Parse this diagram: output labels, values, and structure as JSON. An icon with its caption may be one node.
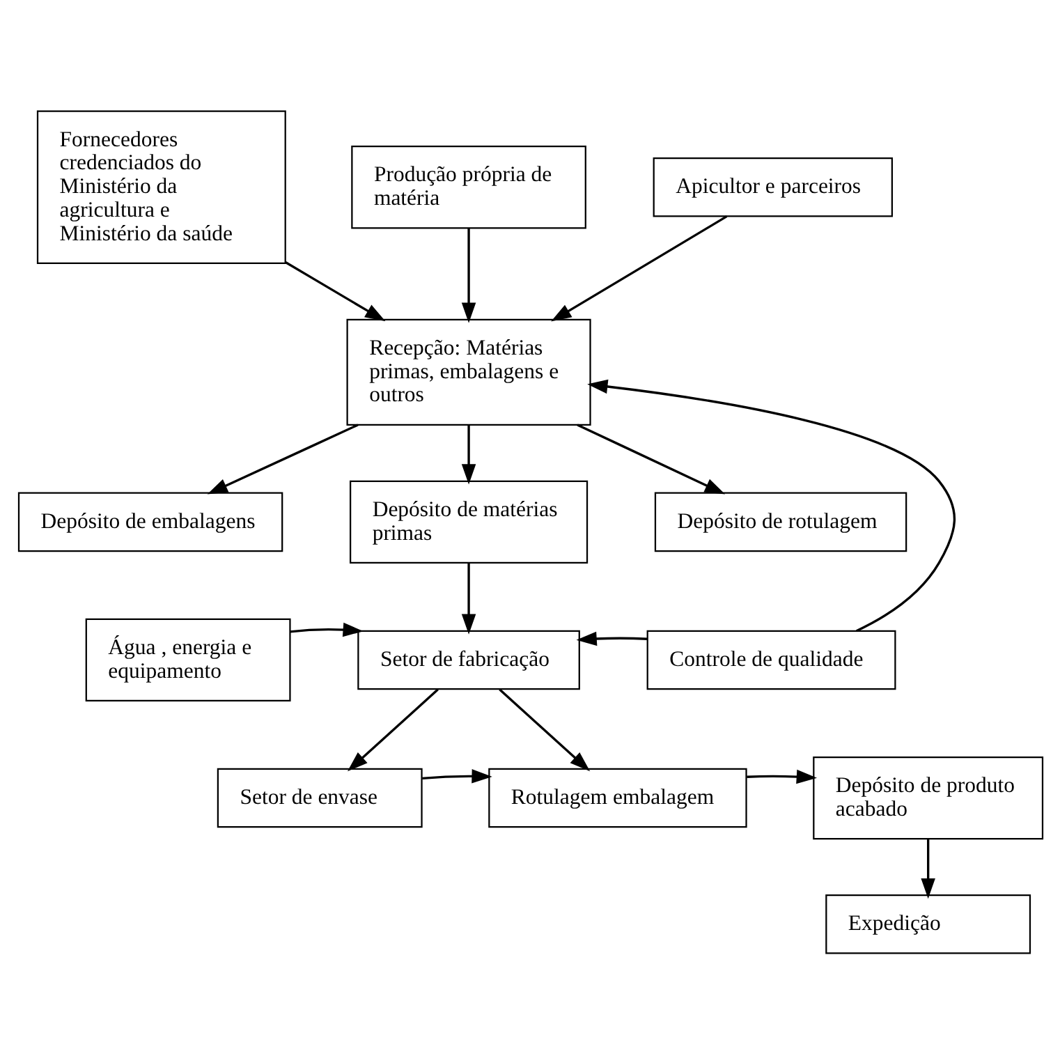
{
  "diagram": {
    "nodes": [
      {
        "text": [
          "Fornecedores credenciados do Ministério da agricultura e Ministério da saúde"
        ]
      },
      {
        "text": [
          "Produção própria de matéria"
        ]
      },
      {
        "text": [
          "Apicultor e parceiros"
        ]
      },
      {
        "text": [
          "Recepção: Matérias primas, embalagens e outros"
        ]
      },
      {
        "text": [
          "Depósito de embalagens"
        ]
      },
      {
        "text": [
          "Depósito de matérias primas"
        ]
      },
      {
        "text": [
          "Depósito de rotulagem"
        ]
      },
      {
        "text": [
          "Água , energia e equipamento"
        ]
      },
      {
        "text": [
          "Setor de fabricação"
        ]
      },
      {
        "text": [
          "Controle de qualidade"
        ]
      },
      {
        "text": [
          "Setor de envase"
        ]
      },
      {
        "text": [
          "Rotulagem embalagem"
        ]
      },
      {
        "text": [
          "Depósito de produto acabado"
        ]
      },
      {
        "text": [
          "Expedição"
        ]
      }
    ],
    "edges": [
      {
        "from": 0,
        "to": 3,
        "arrow": "to"
      },
      {
        "from": 1,
        "to": 3,
        "arrow": "to"
      },
      {
        "from": 2,
        "to": 3,
        "arrow": "to"
      },
      {
        "from": 3,
        "to": 4,
        "arrow": "to"
      },
      {
        "from": 3,
        "to": 5,
        "arrow": "to"
      },
      {
        "from": 3,
        "to": 6,
        "arrow": "to"
      },
      {
        "from": 5,
        "to": 8,
        "arrow": "to"
      },
      {
        "from": 7,
        "to": 8,
        "arrow": "to"
      },
      {
        "from": 9,
        "to": 8,
        "arrow": "to"
      },
      {
        "from": 9,
        "to": 3,
        "arrow": "to"
      },
      {
        "from": 8,
        "to": 10,
        "arrow": "to"
      },
      {
        "from": 8,
        "to": 11,
        "arrow": "to"
      },
      {
        "from": 10,
        "to": 11,
        "arrow": "to"
      },
      {
        "from": 11,
        "to": 12,
        "arrow": "to"
      },
      {
        "from": 12,
        "to": 13,
        "arrow": "to"
      }
    ]
  }
}
